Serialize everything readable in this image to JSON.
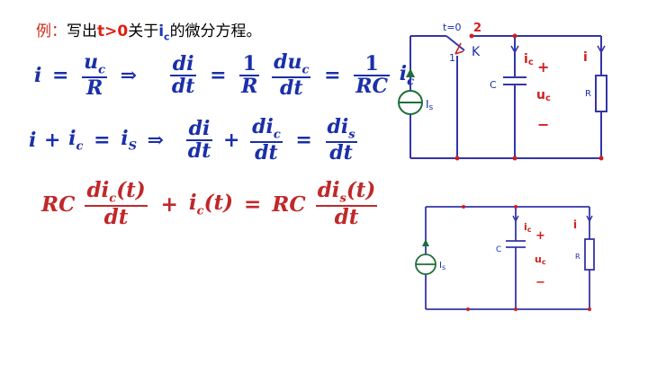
{
  "title": {
    "label": "例：",
    "text1": "写出",
    "cond": "t>0",
    "text2": "关于",
    "var_main": "i",
    "var_sub": "c",
    "text3": "的微分方程。"
  },
  "eq1": {
    "lhs": "i",
    "eq": "=",
    "f1_num": "u",
    "f1_num_sub": "c",
    "f1_den": "R",
    "arrow": "⇒",
    "f2_num": "di",
    "f2_den": "dt",
    "eq2": "=",
    "f3_num": "1",
    "f3_den": "R",
    "f4_num": "du",
    "f4_num_sub": "c",
    "f4_den": "dt",
    "eq3": "=",
    "f5_num": "1",
    "f5_den": "RC",
    "tail": "i",
    "tail_sub": "c"
  },
  "eq2": {
    "a": "i",
    "plus": "+",
    "b": "i",
    "b_sub": "c",
    "eq": "=",
    "c": "i",
    "c_sub": "S",
    "arrow": "⇒",
    "f1_num": "di",
    "f1_den": "dt",
    "plus2": "+",
    "f2_num": "di",
    "f2_num_sub": "c",
    "f2_den": "dt",
    "eq2": "=",
    "f3_num": "di",
    "f3_num_sub": "s",
    "f3_den": "dt"
  },
  "eq3": {
    "rc1": "RC",
    "f1_num": "di",
    "f1_num_sub": "c",
    "f1_num_tail": "(t)",
    "f1_den": "dt",
    "plus": "+",
    "ic": "i",
    "ic_sub": "c",
    "ic_tail": "(t)",
    "eq": "=",
    "rc2": "RC",
    "f2_num": "di",
    "f2_num_sub": "s",
    "f2_num_tail": "(t)",
    "f2_den": "dt"
  },
  "circuit1": {
    "switch_time": "t=0",
    "switch_pos2": "2",
    "switch_pos1": "1",
    "switch_label": "K",
    "source": "I",
    "source_sub": "s",
    "cap": "C",
    "ic": "i",
    "ic_sub": "c",
    "plus": "+",
    "uc": "u",
    "uc_sub": "c",
    "minus": "−",
    "i": "i",
    "res": "R"
  },
  "circuit2": {
    "source": "I",
    "source_sub": "s",
    "cap": "C",
    "ic": "i",
    "ic_sub": "c",
    "plus": "+",
    "uc": "u",
    "uc_sub": "c",
    "minus": "−",
    "i": "i",
    "res": "R"
  },
  "colors": {
    "wire": "#3535a8",
    "node": "#d02020",
    "source": "#1e6e3a",
    "text_blue": "#1a2fa8",
    "text_red": "#c0282a"
  }
}
